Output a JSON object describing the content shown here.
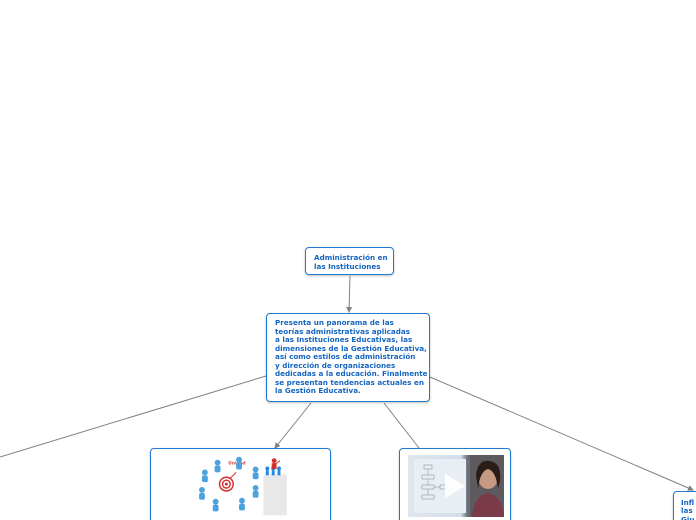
{
  "nodes": {
    "root": {
      "text": "Administración en\nlas Instituciones"
    },
    "description": {
      "text": "Presenta un panorama de las\nteorías administrativas aplicadas\na las Instituciones Educativas, las\ndimensiones de la Gestión Educativa,\nasí como estilos de administración\ny dirección de organizaciones\ndedicadas a la educación. Finalmente\nse presentan tendencias actuales en\nla Gestión Educativa."
    },
    "right_partial": {
      "text": "Infl\nlas\nGiu"
    },
    "image_left": {
      "icon": "teamwork-illustration-icon",
      "caption": "Unidad"
    },
    "video": {
      "icon": "play-icon"
    }
  },
  "colors": {
    "node_border": "#1f7bd0",
    "node_text": "#1565c0",
    "connector": "#808080"
  }
}
